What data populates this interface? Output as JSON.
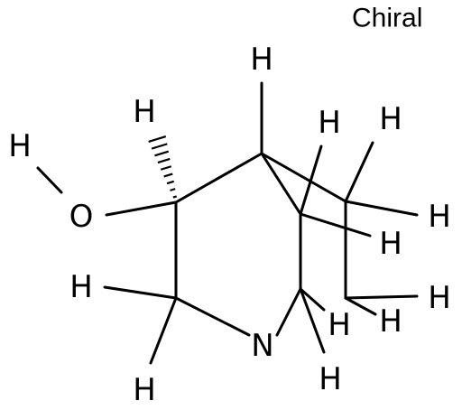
{
  "annotation": {
    "chiral": "Chiral"
  },
  "atoms": {
    "hydroxyl_h": "H",
    "oxygen": "O",
    "nitrogen": "N",
    "hydrogen": "H"
  }
}
